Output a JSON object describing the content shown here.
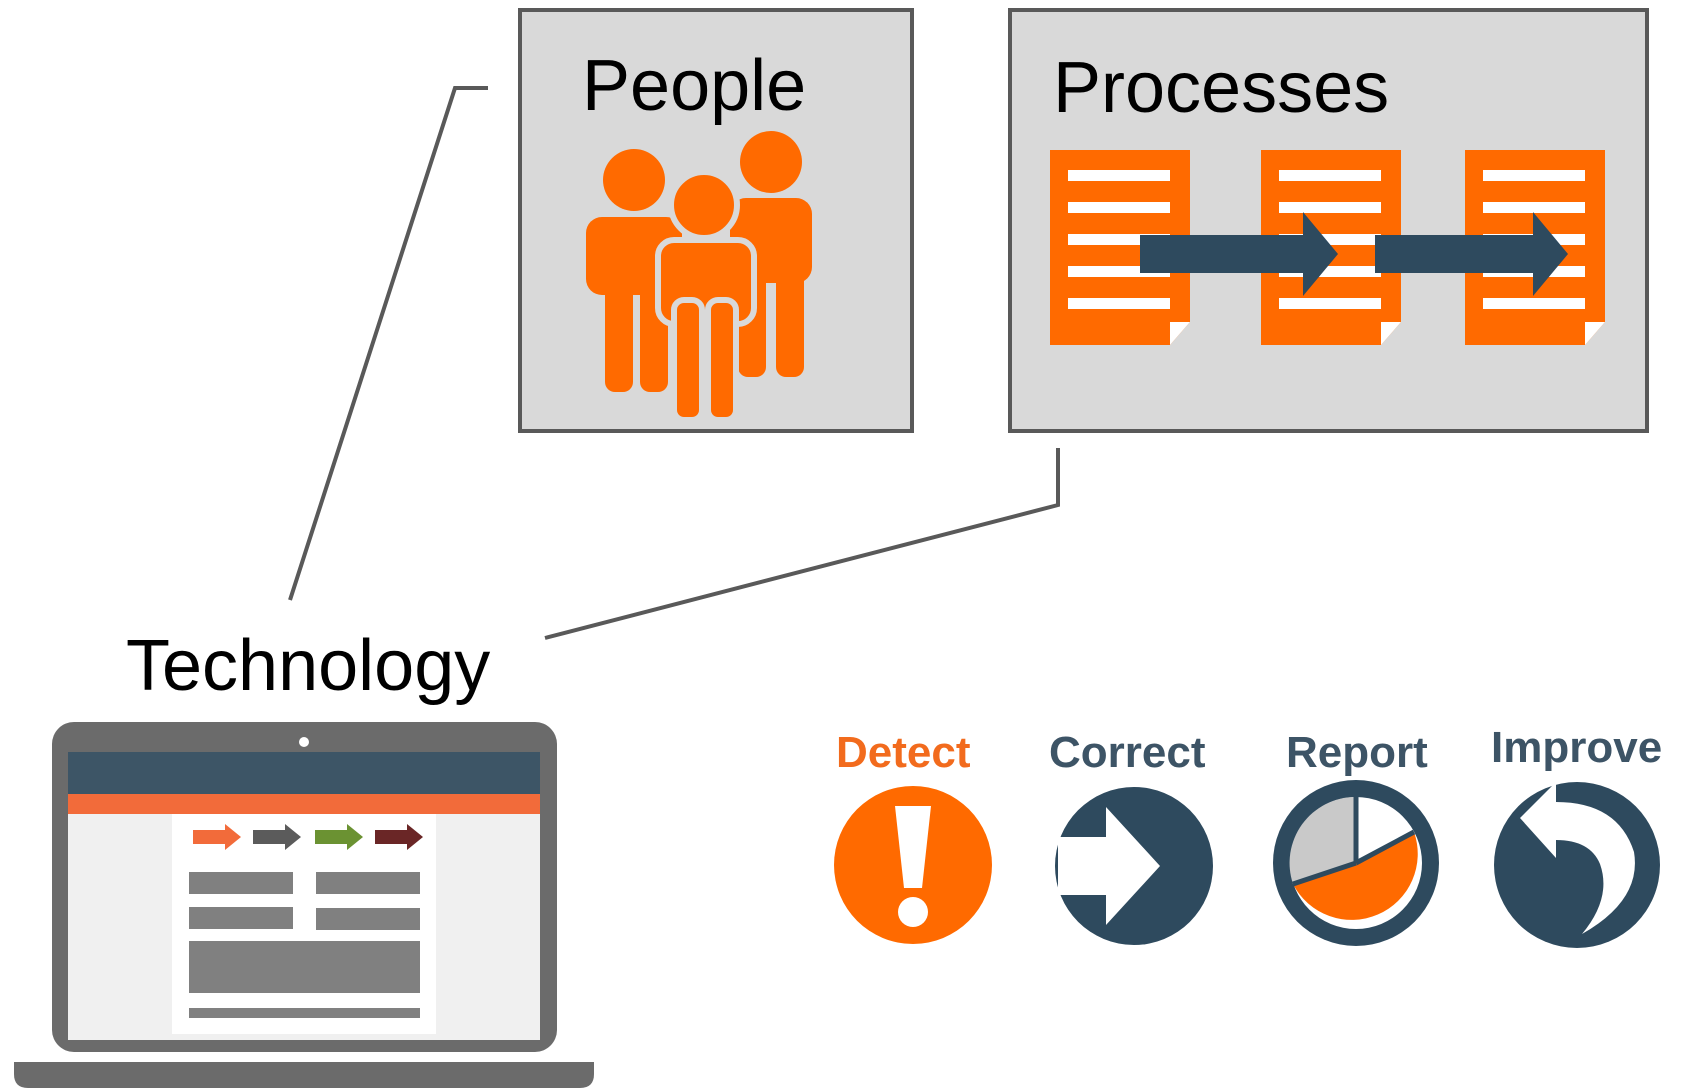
{
  "labels": {
    "people": "People",
    "processes": "Processes",
    "technology": "Technology"
  },
  "steps": [
    {
      "label": "Detect",
      "color": "#f26b1d",
      "icon": "exclamation-icon"
    },
    {
      "label": "Correct",
      "color": "#3d5466",
      "icon": "right-arrow-icon"
    },
    {
      "label": "Report",
      "color": "#3d5466",
      "icon": "pie-chart-icon"
    },
    {
      "label": "Improve",
      "color": "#3d5466",
      "icon": "return-arrow-icon"
    }
  ],
  "colors": {
    "orange": "#ff6a00",
    "navy": "#2e4a5e",
    "panel_fill": "#d9d9d9",
    "panel_border": "#595959",
    "laptop_frame": "#6b6b6b",
    "laptop_header": "#3d5566",
    "laptop_accent": "#f26b3a",
    "gray_block": "#808080",
    "arrow_gray": "#5b5b5b",
    "arrow_green": "#6b9232",
    "arrow_maroon": "#6a2626"
  }
}
